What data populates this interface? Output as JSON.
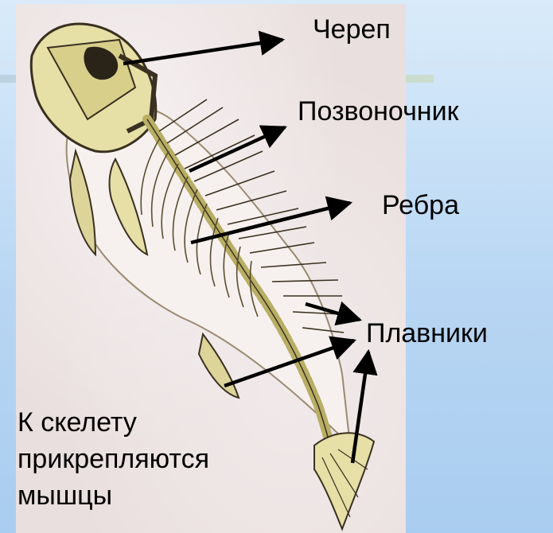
{
  "labels": {
    "skull": "Череп",
    "spine": "Позвоночник",
    "ribs": "Ребра",
    "fins": "Плавники"
  },
  "note": {
    "line1": "К скелету",
    "line2": "прикрепляются",
    "line3": "мышцы"
  },
  "colors": {
    "bone": "#e8e2a8",
    "outline": "#3a3020",
    "arrow": "#000000"
  },
  "icons": [
    "fish-skeleton-illustration",
    "arrow-icon"
  ]
}
